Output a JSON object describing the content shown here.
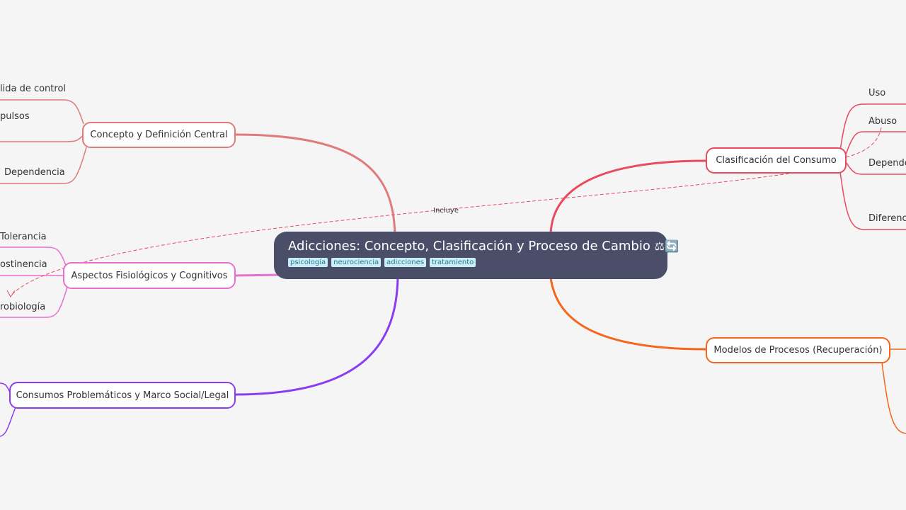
{
  "center": {
    "title": "Adicciones: Concepto, Clasificación y Proceso de Cambio",
    "icons": "⚖🔄",
    "tags": [
      "psicología",
      "neurociencia",
      "adicciones",
      "tratamiento"
    ]
  },
  "branches": {
    "concepto": {
      "label": "Concepto y Definición Central",
      "color": "#e07b7b",
      "children": [
        "lida de control",
        "pulsos",
        "Dependencia"
      ]
    },
    "aspectos": {
      "label": "Aspectos Fisiológicos y Cognitivos",
      "color": "#e86fd0",
      "children": [
        "Tolerancia",
        "ostinencia",
        "robiología"
      ]
    },
    "consumos": {
      "label": "Consumos Problemáticos y Marco Social/Legal",
      "color": "#8a3cf0"
    },
    "clasificacion": {
      "label": "Clasificación del Consumo",
      "color": "#e84a5f",
      "children": [
        "Uso",
        "Abuso",
        "Depende",
        "Diferenci"
      ]
    },
    "modelos": {
      "label": "Modelos de Procesos (Recuperación)",
      "color": "#f5661a"
    }
  },
  "relation_label": "Incluye"
}
